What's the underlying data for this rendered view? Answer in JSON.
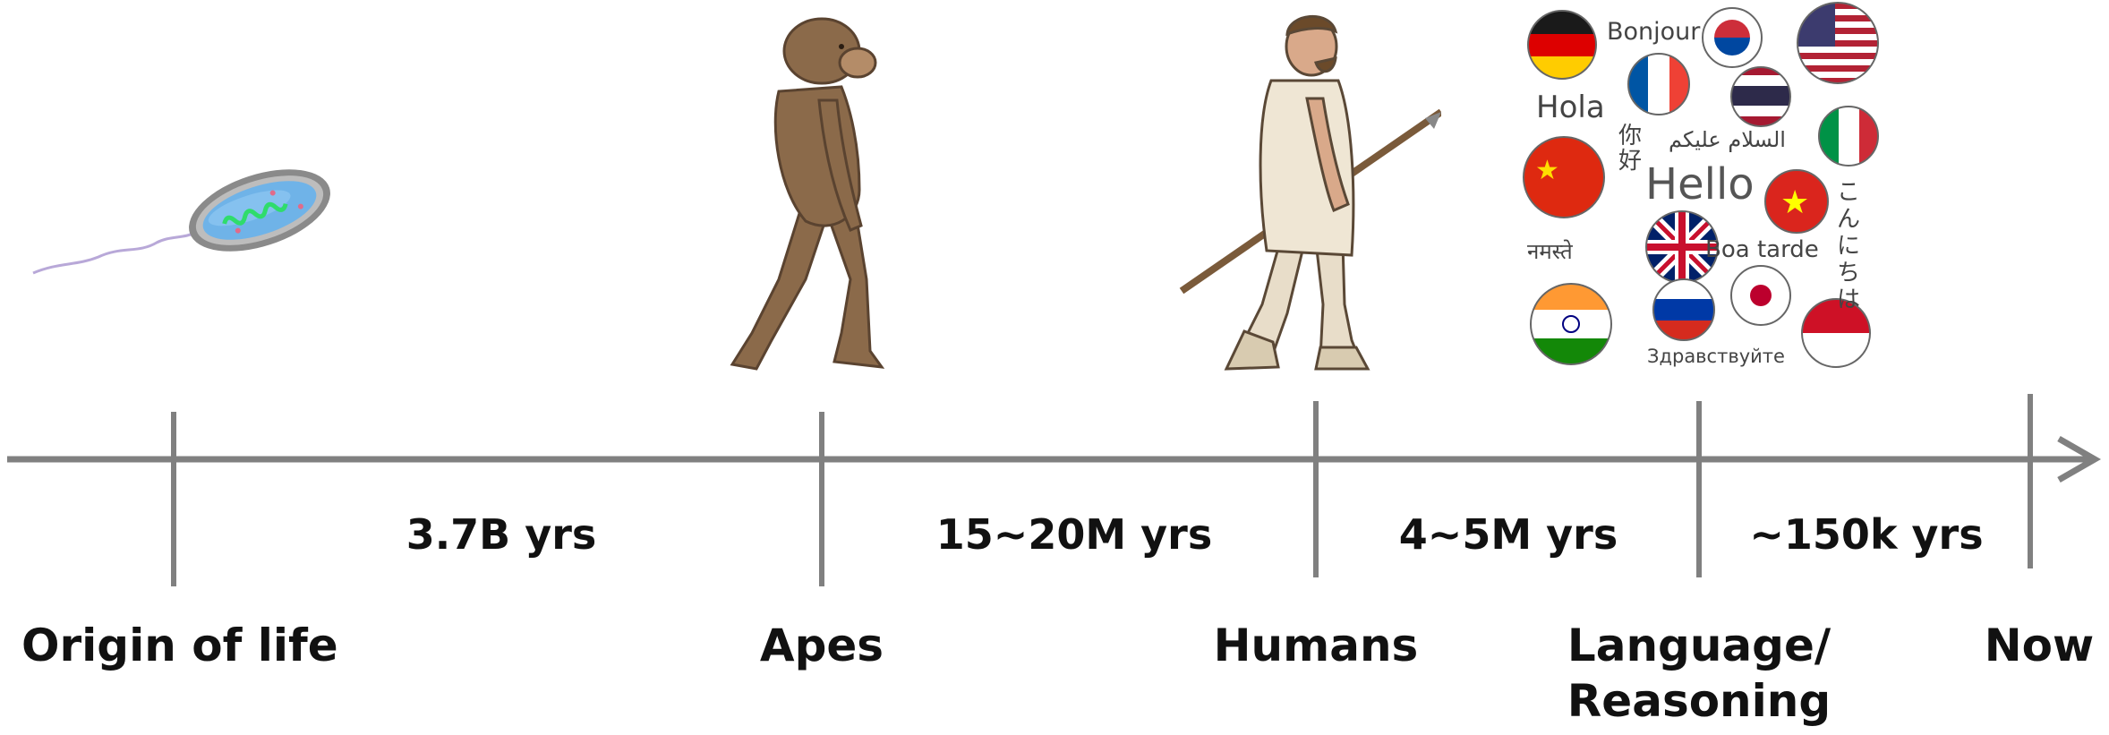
{
  "timeline": {
    "milestones": [
      {
        "label": "Origin of life"
      },
      {
        "label": "Apes"
      },
      {
        "label": "Humans"
      },
      {
        "label": "Language/",
        "label2": "Reasoning"
      },
      {
        "label": "Now"
      }
    ],
    "durations": [
      "3.7B yrs",
      "15~20M yrs",
      "4~5M yrs",
      "~150k yrs"
    ],
    "axis_color": "#808080"
  },
  "illustrations": {
    "bacterium": "bacterium-icon",
    "ape": "ape-icon",
    "human": "early-human-icon",
    "languages": "language-collage-icon"
  },
  "language_collage": {
    "greetings": {
      "bonjour": "Bonjour",
      "hola": "Hola",
      "nihao": "你好",
      "salam": "السلام عليكم",
      "hello": "Hello",
      "konnichiwa": "こんにちは",
      "namaste": "नमस्ते",
      "boa_tarde": "Boa tarde",
      "zdravstvuyte": "Здравствуйте"
    },
    "flags": [
      "germany",
      "south-korea",
      "usa",
      "france",
      "thailand",
      "italy",
      "china",
      "vietnam",
      "uk",
      "india",
      "russia",
      "japan",
      "indonesia"
    ]
  }
}
